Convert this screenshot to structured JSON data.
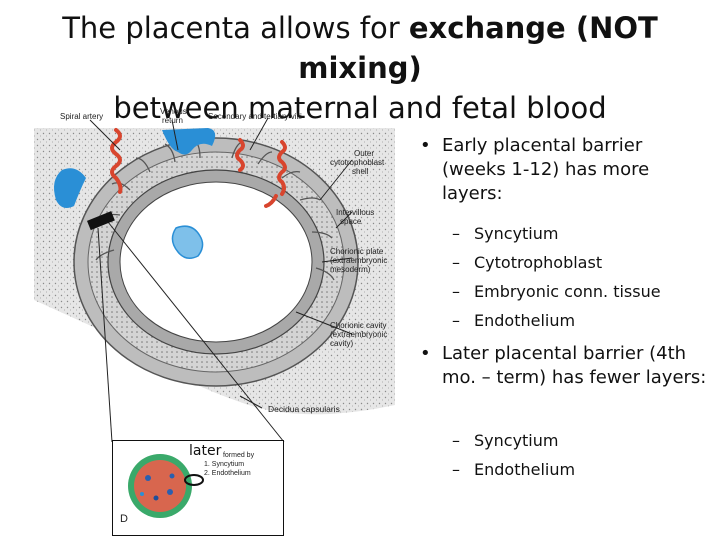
{
  "title": {
    "line1_pre": "The placenta allows for ",
    "line1_bold": "exchange (NOT mixing)",
    "line2": "between maternal and fetal blood"
  },
  "bullets": [
    {
      "text": "Early placental barrier (weeks 1-12) has more layers:",
      "subitems": [
        "Syncytium",
        "Cytotrophoblast",
        "Embryonic conn. tissue",
        "Endothelium"
      ]
    },
    {
      "text": "Later placental barrier (4th mo. – term) has fewer layers:",
      "subitems": [
        "Syncytium",
        "Endothelium"
      ]
    }
  ],
  "bullet_symbol": "•",
  "dash_symbol": "–",
  "diagram_labels": {
    "spiral_artery": "Spiral artery",
    "venous_return_1": "Venous",
    "venous_return_2": "return",
    "villi": "Secondary and tertiary villi",
    "outer_1": "Outer",
    "outer_2": "cytotrophoblast",
    "outer_3": "shell",
    "intervillous_1": "Intervillous",
    "intervillous_2": "space",
    "chorionic_plate_1": "Chorionic plate",
    "chorionic_plate_2": "(extraembryonic",
    "chorionic_plate_3": "mesoderm)",
    "chorionic_cavity_1": "Chorionic cavity",
    "chorionic_cavity_2": "(extraembryonic",
    "chorionic_cavity_3": "cavity)",
    "decidua": "Decidua capsularis"
  },
  "inset": {
    "label": "later",
    "barrier_1": "Barrier formed by",
    "barrier_2": "1. Syncytium",
    "barrier_3": "2. Endothelium",
    "panel_letter": "D"
  },
  "colors": {
    "blue": "#2a8fd6",
    "red": "#d8452e",
    "stipple_bg": "#e4e4e4",
    "ring_gray": "#9a9a9a",
    "green": "#3aa96a"
  }
}
